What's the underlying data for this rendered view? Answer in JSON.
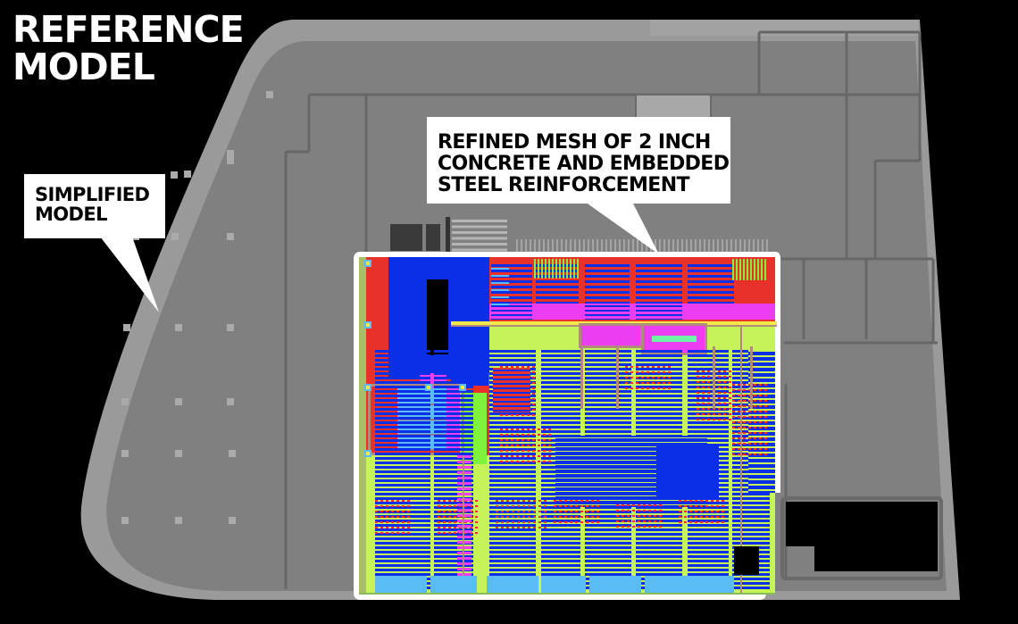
{
  "figure": {
    "title_lines": [
      "REFERENCE",
      "MODEL"
    ],
    "callouts": {
      "simplified": {
        "lines": [
          "SIMPLIFIED",
          "MODEL"
        ]
      },
      "refined": {
        "lines": [
          "REFINED MESH OF 2 INCH",
          "CONCRETE AND EMBEDDED",
          "STEEL REINFORCEMENT"
        ]
      }
    },
    "colors": {
      "background": "#000000",
      "slab_outer": "#9a9a9a",
      "slab_inner": "#7f7f7f",
      "wall_line": "#6a6a6a",
      "column_marker": "#aaaaaa",
      "mesh_red": "#e8312a",
      "mesh_blue": "#0a2fe6",
      "mesh_green": "#7ef23c",
      "mesh_lime": "#c6f25a",
      "mesh_magenta": "#ec3df0",
      "mesh_cyan": "#5bbcf5",
      "mesh_teal": "#6ff5a8",
      "mesh_beam": "#b08a7a",
      "mesh_yellow": "#f2e84a",
      "callout_bg": "#ffffff",
      "callout_text": "#000000",
      "title_text": "#ffffff"
    }
  }
}
